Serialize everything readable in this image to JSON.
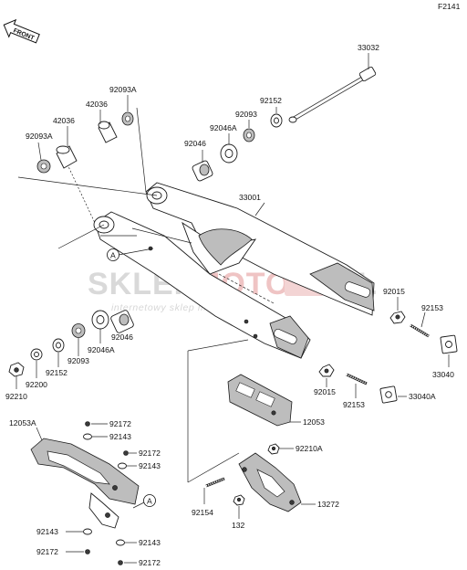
{
  "diagram_code": "F2141",
  "front_marker": "FRONT",
  "ref_marker": "A",
  "watermark": {
    "brand_part1": "SKLEP",
    "brand_part2": "MOTO",
    "brand_part3": ".PL",
    "tagline": "internetowy sklep motocyklowy"
  },
  "labels": {
    "p33032": "33032",
    "p92152_top": "92152",
    "p92093_right": "92093",
    "p92046A_right": "92046A",
    "p92046_right": "92046",
    "p33001": "33001",
    "p92093A_top": "92093A",
    "p42036_a": "42036",
    "p42036_b": "42036",
    "p92093A_left": "92093A",
    "p92015_right": "92015",
    "p92153_right": "92153",
    "p33040": "33040",
    "p92015_low": "92015",
    "p92153_low": "92153",
    "p33040A": "33040A",
    "p92046_left": "92046",
    "p92046A_left": "92046A",
    "p92093_left": "92093",
    "p92152_left": "92152",
    "p92200": "92200",
    "p92210": "92210",
    "p12053": "12053",
    "p12053A": "12053A",
    "p92172_a": "92172",
    "p92143_a": "92143",
    "p92172_b": "92172",
    "p92143_b": "92143",
    "p92143_c": "92143",
    "p92143_d": "92143",
    "p92172_c": "92172",
    "p92172_d": "92172",
    "p92210A": "92210A",
    "p92154": "92154",
    "p132": "132",
    "p13272": "13272"
  }
}
